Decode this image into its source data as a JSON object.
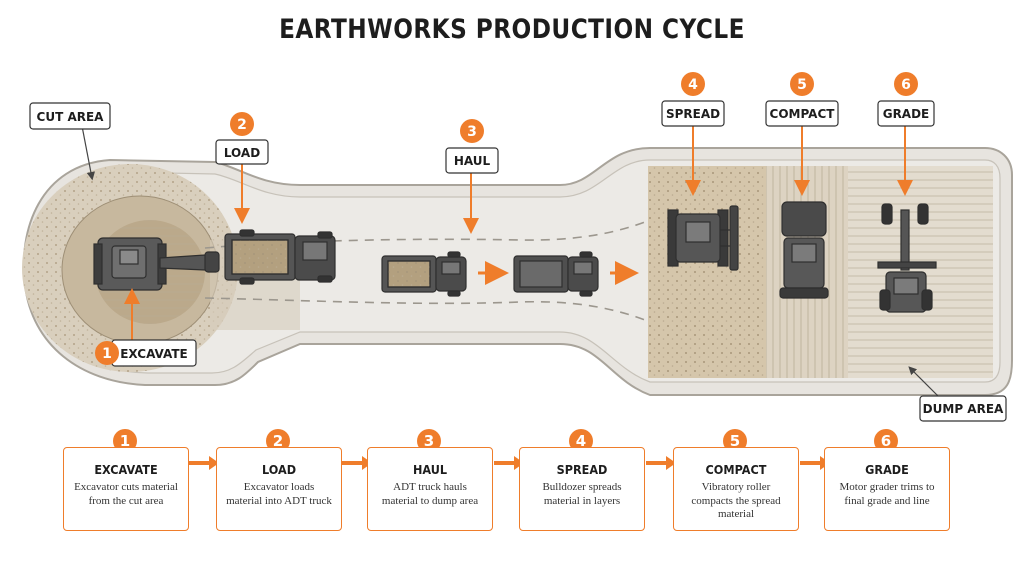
{
  "title": "EARTHWORKS PRODUCTION CYCLE",
  "diagram_labels": {
    "cut_area": "CUT AREA",
    "load": "LOAD",
    "haul": "HAUL",
    "spread": "SPREAD",
    "compact": "COMPACT",
    "grade": "GRADE",
    "excavate": "EXCAVATE",
    "dump_area": "DUMP AREA"
  },
  "markers": [
    "1",
    "2",
    "3",
    "4",
    "5",
    "6"
  ],
  "steps": [
    {
      "number": "1",
      "title": "EXCAVATE",
      "desc": "Excavator cuts material from the cut area"
    },
    {
      "number": "2",
      "title": "LOAD",
      "desc": "Excavator loads material into ADT truck"
    },
    {
      "number": "3",
      "title": "HAUL",
      "desc": "ADT truck hauls material to dump area"
    },
    {
      "number": "4",
      "title": "SPREAD",
      "desc": "Bulldozer spreads material in layers"
    },
    {
      "number": "5",
      "title": "COMPACT",
      "desc": "Vibratory roller compacts the spread material"
    },
    {
      "number": "6",
      "title": "GRADE",
      "desc": "Motor grader trims to final grade and line"
    }
  ],
  "colors": {
    "accent": "#ef7d2b",
    "road": "#e4e1dc",
    "soil": "#cdbfa7",
    "ink": "#1d1d1d"
  }
}
